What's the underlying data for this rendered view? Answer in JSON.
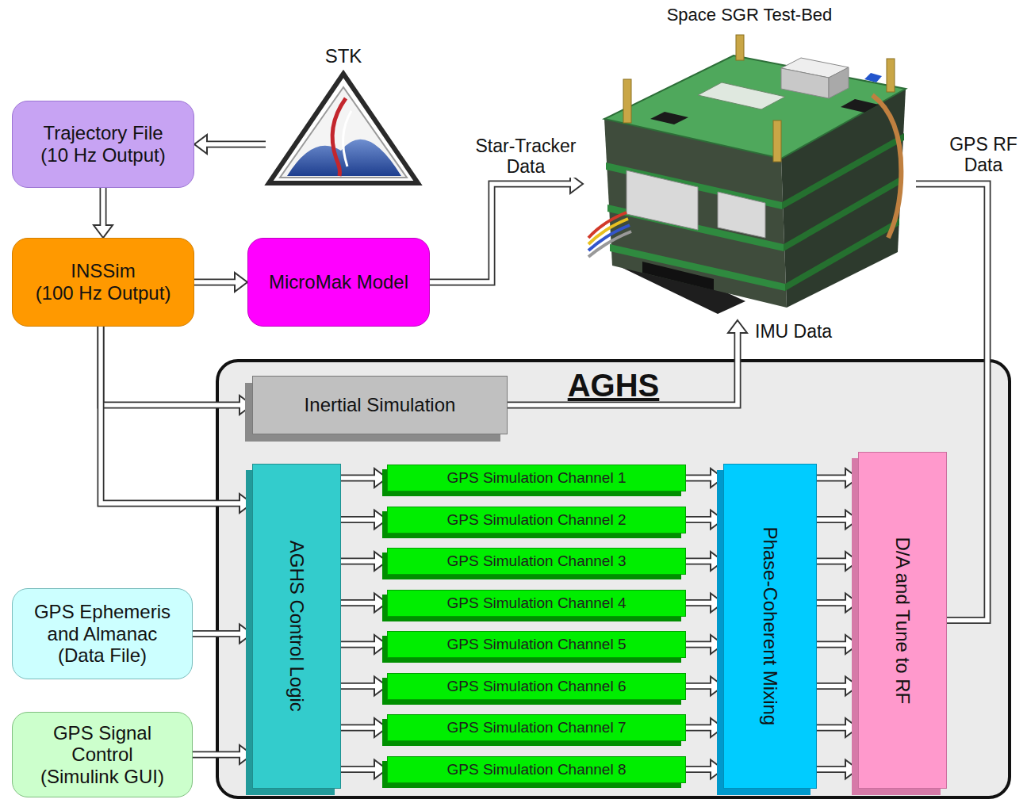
{
  "diagram": {
    "nodes": [
      {
        "text": [
          "STK"
        ]
      },
      {
        "text": [
          "Space SGR Test-Bed"
        ]
      },
      {
        "text": [
          "Trajectory File (10 Hz Output)"
        ]
      },
      {
        "text": [
          "INSSim (100 Hz Output)"
        ]
      },
      {
        "text": [
          "MicroMak Model"
        ]
      },
      {
        "text": [
          "AGHS"
        ]
      },
      {
        "text": [
          "Inertial Simulation"
        ],
        "in": 5
      },
      {
        "text": [
          "AGHS Control Logic"
        ],
        "in": 5
      },
      {
        "text": [
          "GPS Simulation Channel 1"
        ],
        "in": 5
      },
      {
        "text": [
          "GPS Simulation Channel 2"
        ],
        "in": 5
      },
      {
        "text": [
          "GPS Simulation Channel 3"
        ],
        "in": 5
      },
      {
        "text": [
          "GPS Simulation Channel 4"
        ],
        "in": 5
      },
      {
        "text": [
          "GPS Simulation Channel 5"
        ],
        "in": 5
      },
      {
        "text": [
          "GPS Simulation Channel 6"
        ],
        "in": 5
      },
      {
        "text": [
          "GPS Simulation Channel 7"
        ],
        "in": 5
      },
      {
        "text": [
          "GPS Simulation Channel 8"
        ],
        "in": 5
      },
      {
        "text": [
          "Phase-Coherent Mixing"
        ],
        "in": 5
      },
      {
        "text": [
          "D/A and Tune to RF"
        ],
        "in": 5
      },
      {
        "text": [
          "GPS Ephemeris and Almanac (Data File)"
        ]
      },
      {
        "text": [
          "GPS Signal Control (Simulink GUI)"
        ]
      }
    ],
    "edges": [
      {
        "from": 0,
        "to": 2,
        "arrow": "to"
      },
      {
        "from": 2,
        "to": 3,
        "arrow": "to"
      },
      {
        "from": 3,
        "to": 4,
        "arrow": "to"
      },
      {
        "from": 4,
        "to": 1,
        "label": "Star-Tracker Data",
        "arrow": "to"
      },
      {
        "from": 3,
        "to": 6,
        "arrow": "to"
      },
      {
        "from": 3,
        "to": 7,
        "arrow": "to"
      },
      {
        "from": 6,
        "to": 1,
        "label": "IMU Data",
        "arrow": "to"
      },
      {
        "from": 17,
        "to": 1,
        "label": "GPS RF Data",
        "arrow": "none"
      },
      {
        "from": 18,
        "to": 7,
        "arrow": "to"
      },
      {
        "from": 19,
        "to": 7,
        "arrow": "to"
      },
      {
        "from": 7,
        "to": 8,
        "arrow": "to"
      },
      {
        "from": 7,
        "to": 9,
        "arrow": "to"
      },
      {
        "from": 7,
        "to": 10,
        "arrow": "to"
      },
      {
        "from": 7,
        "to": 11,
        "arrow": "to"
      },
      {
        "from": 7,
        "to": 12,
        "arrow": "to"
      },
      {
        "from": 7,
        "to": 13,
        "arrow": "to"
      },
      {
        "from": 7,
        "to": 14,
        "arrow": "to"
      },
      {
        "from": 7,
        "to": 15,
        "arrow": "to"
      },
      {
        "from": 8,
        "to": 16,
        "arrow": "to"
      },
      {
        "from": 9,
        "to": 16,
        "arrow": "to"
      },
      {
        "from": 10,
        "to": 16,
        "arrow": "to"
      },
      {
        "from": 11,
        "to": 16,
        "arrow": "to"
      },
      {
        "from": 12,
        "to": 16,
        "arrow": "to"
      },
      {
        "from": 13,
        "to": 16,
        "arrow": "to"
      },
      {
        "from": 14,
        "to": 16,
        "arrow": "to"
      },
      {
        "from": 15,
        "to": 16,
        "arrow": "to"
      },
      {
        "from": 16,
        "to": 17,
        "arrow": "to"
      },
      {
        "from": 16,
        "to": 17,
        "arrow": "to"
      },
      {
        "from": 16,
        "to": 17,
        "arrow": "to"
      },
      {
        "from": 16,
        "to": 17,
        "arrow": "to"
      },
      {
        "from": 16,
        "to": 17,
        "arrow": "to"
      },
      {
        "from": 16,
        "to": 17,
        "arrow": "to"
      },
      {
        "from": 16,
        "to": 17,
        "arrow": "to"
      },
      {
        "from": 16,
        "to": 17,
        "arrow": "to"
      }
    ]
  }
}
